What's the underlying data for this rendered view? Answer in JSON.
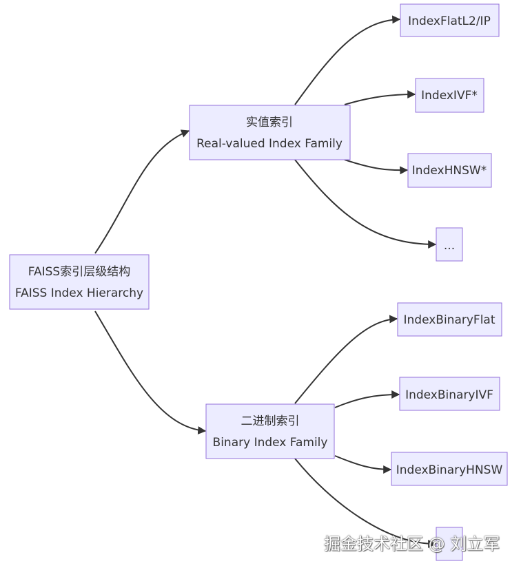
{
  "nodes": {
    "root": {
      "line1": "FAISS索引层级结构",
      "line2": "FAISS Index Hierarchy"
    },
    "real": {
      "line1": "实值索引",
      "line2": "Real-valued Index Family"
    },
    "binary": {
      "line1": "二进制索引",
      "line2": "Binary Index Family"
    },
    "flat": {
      "line1": "IndexFlatL2/IP"
    },
    "ivf": {
      "line1": "IndexIVF*"
    },
    "hnsw": {
      "line1": "IndexHNSW*"
    },
    "more_real": {
      "line1": "..."
    },
    "bin_flat": {
      "line1": "IndexBinaryFlat"
    },
    "bin_ivf": {
      "line1": "IndexBinaryIVF"
    },
    "bin_hnsw": {
      "line1": "IndexBinaryHNSW"
    },
    "more_bin": {
      "line1": ""
    }
  },
  "watermark": "掘金技术社区 @ 刘立军",
  "colors": {
    "node_fill": "#ECECFF",
    "node_stroke": "#9370DB",
    "edge": "#333333",
    "text": "#333333"
  }
}
